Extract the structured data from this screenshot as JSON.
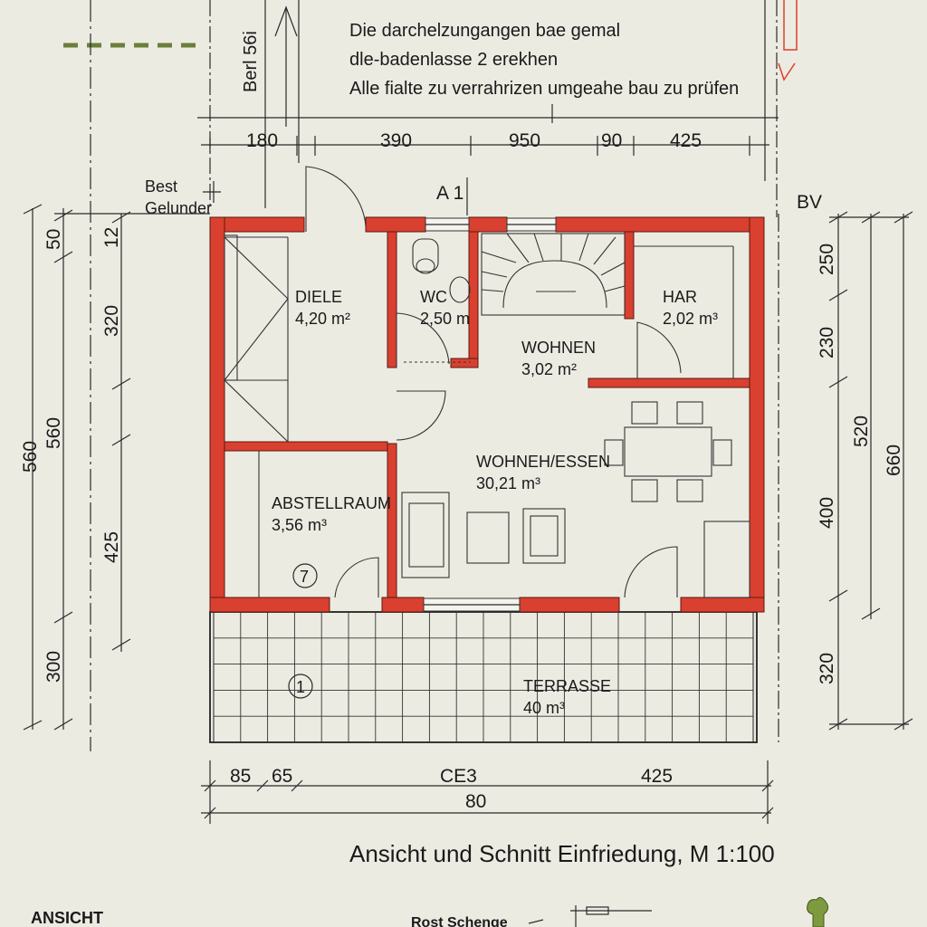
{
  "notes": [
    "Die darchelzungangen bae gemal",
    "dle-badenlasse 2 erekhen",
    "Alle fialte zu verrahrizen umgeahe bau zu prüfen"
  ],
  "top_left_label": "Berl 56i",
  "best_label": [
    "Best",
    "Gelunder"
  ],
  "axis_labels": {
    "a1": "A 1",
    "bv": "BV"
  },
  "dims_top": [
    "180",
    "390",
    "950",
    "90",
    "425"
  ],
  "dims_left_outer": [
    "560"
  ],
  "dims_left_inner": [
    "50",
    "560",
    "300"
  ],
  "dims_left_third": [
    "12",
    "320",
    "425"
  ],
  "dims_right_inner": [
    "250",
    "230",
    "400",
    "320"
  ],
  "dims_right_mid": [
    "520"
  ],
  "dims_right_outer": [
    "660"
  ],
  "dims_bottom": [
    "85",
    "65",
    "CE3",
    "425"
  ],
  "dim_bottom_total": "80",
  "rooms": {
    "diele": {
      "name": "DIELE",
      "area": "4,20 m²"
    },
    "wc": {
      "name": "WC",
      "area": "2,50 m"
    },
    "wohnen": {
      "name": "WOHNEN",
      "area": "3,02 m²"
    },
    "har": {
      "name": "HAR",
      "area": "2,02 m³"
    },
    "wohneh_essen": {
      "name": "WOHNEH/ESSEN",
      "area": "30,21 m³"
    },
    "abstellraum": {
      "name": "ABSTELLRAUM",
      "area": "3,56 m³"
    },
    "terrasse": {
      "name": "TERRASSE",
      "area": "40 m³"
    }
  },
  "markers": [
    "7",
    "1"
  ],
  "title": "Ansicht und Schnitt Einfriedung, M 1:100",
  "bottom": {
    "ansicht": "ANSICHT",
    "rost": "Rost Schenge"
  },
  "colors": {
    "wall": "#d9402f",
    "paper": "#ecebe2",
    "green_dash": "#6a7f3a"
  }
}
